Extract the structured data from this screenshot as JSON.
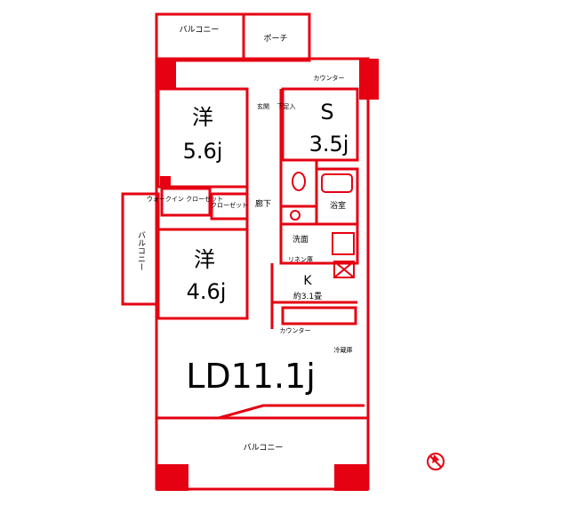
{
  "colors": {
    "wall": "#e50012",
    "text": "#000000",
    "background": "#ffffff"
  },
  "rooms": {
    "western1": {
      "kind": "洋",
      "size": "5.6j"
    },
    "western2": {
      "kind": "洋",
      "size": "4.6j"
    },
    "service": {
      "kind": "S",
      "size": "3.5j"
    },
    "ld": {
      "label": "LD11.1j"
    },
    "kitchen": {
      "kind": "K",
      "size": "約3.1畳"
    }
  },
  "labels": {
    "balcony_top": "バルコニー",
    "balcony_side": "バルコニー",
    "balcony_bottom": "バルコニー",
    "porch": "ポーチ",
    "counter_top": "カウンター",
    "counter_kitchen": "カウンター",
    "entrance": "玄関",
    "shoe_box": "下足入",
    "hallway": "廊下",
    "bath": "浴室",
    "washroom": "洗面",
    "linen": "リネン庫",
    "wic": "ウォークイン クローゼット",
    "closet": "クローゼット",
    "fridge": "冷蔵庫"
  },
  "icons": {
    "compass": "compass-north-icon"
  }
}
